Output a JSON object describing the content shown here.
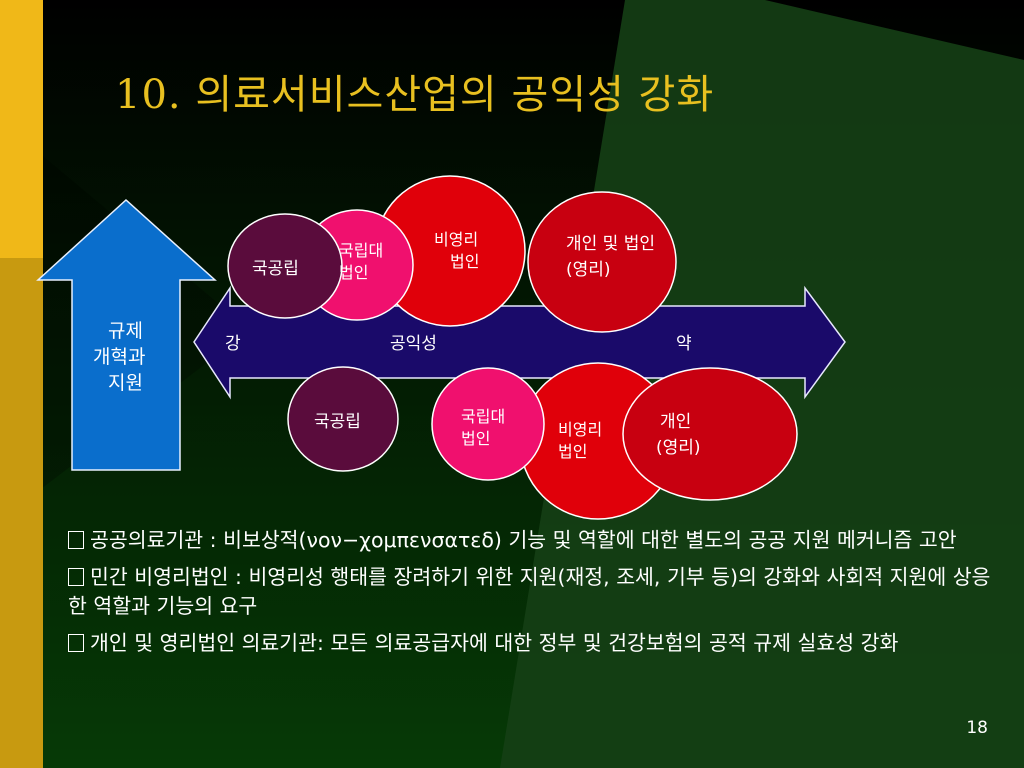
{
  "slide": {
    "title": "10. 의료서비스산업의 공익성 강화",
    "page_number": "18"
  },
  "arrow_up": {
    "label_line1": "규제",
    "label_line2": "개혁과",
    "label_line3": "지원"
  },
  "axis": {
    "left": "강",
    "center": "공익성",
    "right": "약"
  },
  "top_group": {
    "national_public": "국공립",
    "national_univ_line1": "국립대",
    "national_univ_line2": "법인",
    "nonprofit_line1": "비영리",
    "nonprofit_line2": "법인",
    "private_line1": "개인 및 법인",
    "private_line2": "(영리)"
  },
  "bottom_group": {
    "national_public": "국공립",
    "national_univ_line1": "국립대",
    "national_univ_line2": "법인",
    "nonprofit_line1": "비영리",
    "nonprofit_line2": "법인",
    "private_line1": "개인",
    "private_line2": "(영리)"
  },
  "bullets": [
    "공공의료기관 : 비보상적(νον−χομπενσατεδ) 기능 및 역할에 대한 별도의 공공 지원 메커니즘 고안",
    "민간 비영리법인 : 비영리성 행태를 장려하기 위한 지원(재정, 조세, 기부 등)의 강화와 사회적 지원에 상응한 역할과 기능의 요구",
    "개인 및 영리법인 의료기관: 모든 의료공급자에 대한 정부 및 건강보험의 공적 규제 실효성 강화"
  ],
  "colors": {
    "title": "#e8c020",
    "left_bar_top": "#f0b818",
    "left_bar_bottom": "#c89a10",
    "arrow_up_fill": "#0a6ecc",
    "axis_fill": "#1a0a6a",
    "circle_dark": "#5a0c3c",
    "circle_pink": "#f0106e",
    "circle_red": "#e0000a",
    "circle_crimson": "#c80010"
  }
}
